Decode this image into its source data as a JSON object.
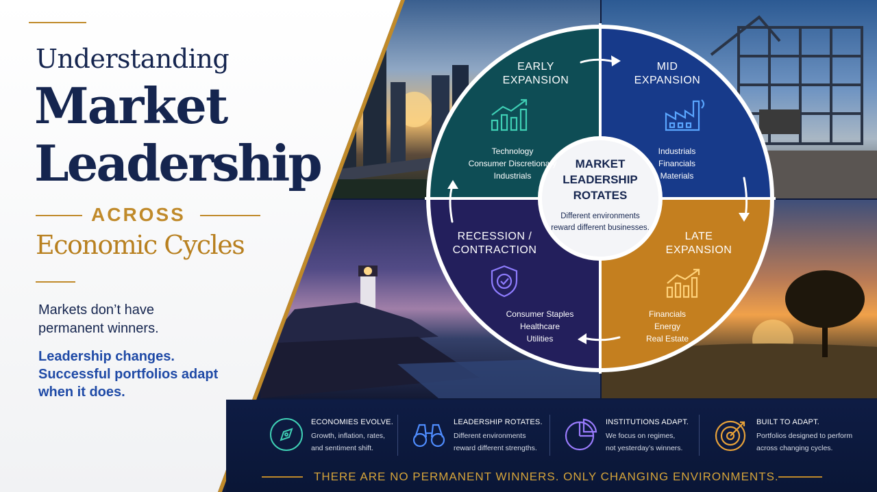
{
  "colors": {
    "navy": "#15254f",
    "gold": "#c08a2a",
    "blue_text": "#1f4aa6",
    "early_quadrant": "#0e4d55",
    "mid_quadrant": "#173a8a",
    "late_quadrant": "#c47f1f",
    "recession_quadrant": "#231f5c"
  },
  "hero": {
    "line1": "Understanding",
    "line2": "Market",
    "line3": "Leadership",
    "across": "ACROSS",
    "cycles": "Economic Cycles"
  },
  "lead": {
    "text1": "Markets don’t have permanent winners.",
    "text2": "Leadership changes. Successful portfolios adapt when it does."
  },
  "wheel": {
    "center_title": "MARKET LEADERSHIP ROTATES",
    "center_subtitle": "Different environments reward different businesses.",
    "quadrants": {
      "early": {
        "title_a": "EARLY",
        "title_b": "EXPANSION",
        "icon": "growth-chart-icon",
        "sectors": [
          "Technology",
          "Consumer Discretionary",
          "Industrials"
        ]
      },
      "mid": {
        "title_a": "MID",
        "title_b": "EXPANSION",
        "icon": "factory-icon",
        "sectors": [
          "Industrials",
          "Financials",
          "Materials"
        ]
      },
      "late": {
        "title_a": "LATE",
        "title_b": "EXPANSION",
        "icon": "growth-chart-icon",
        "sectors": [
          "Financials",
          "Energy",
          "Real Estate"
        ]
      },
      "recession": {
        "title_a": "RECESSION /",
        "title_b": "CONTRACTION",
        "icon": "shield-check-icon",
        "sectors": [
          "Consumer Staples",
          "Healthcare",
          "Utilities"
        ]
      }
    }
  },
  "features": [
    {
      "icon": "compass-icon",
      "title": "ECONOMIES EVOLVE.",
      "line1": "Growth, inflation, rates,",
      "line2": "and sentiment shift."
    },
    {
      "icon": "binoculars-icon",
      "title": "LEADERSHIP ROTATES.",
      "line1": "Different environments",
      "line2": "reward different strengths."
    },
    {
      "icon": "pie-chart-icon",
      "title": "INSTITUTIONS ADAPT.",
      "line1": "We focus on regimes,",
      "line2": "not yesterday’s winners."
    },
    {
      "icon": "target-icon",
      "title": "BUILT TO ADAPT.",
      "line1": "Portfolios designed to perform",
      "line2": "across changing cycles."
    }
  ],
  "tagline": "THERE ARE NO PERMANENT WINNERS. ONLY CHANGING ENVIRONMENTS."
}
